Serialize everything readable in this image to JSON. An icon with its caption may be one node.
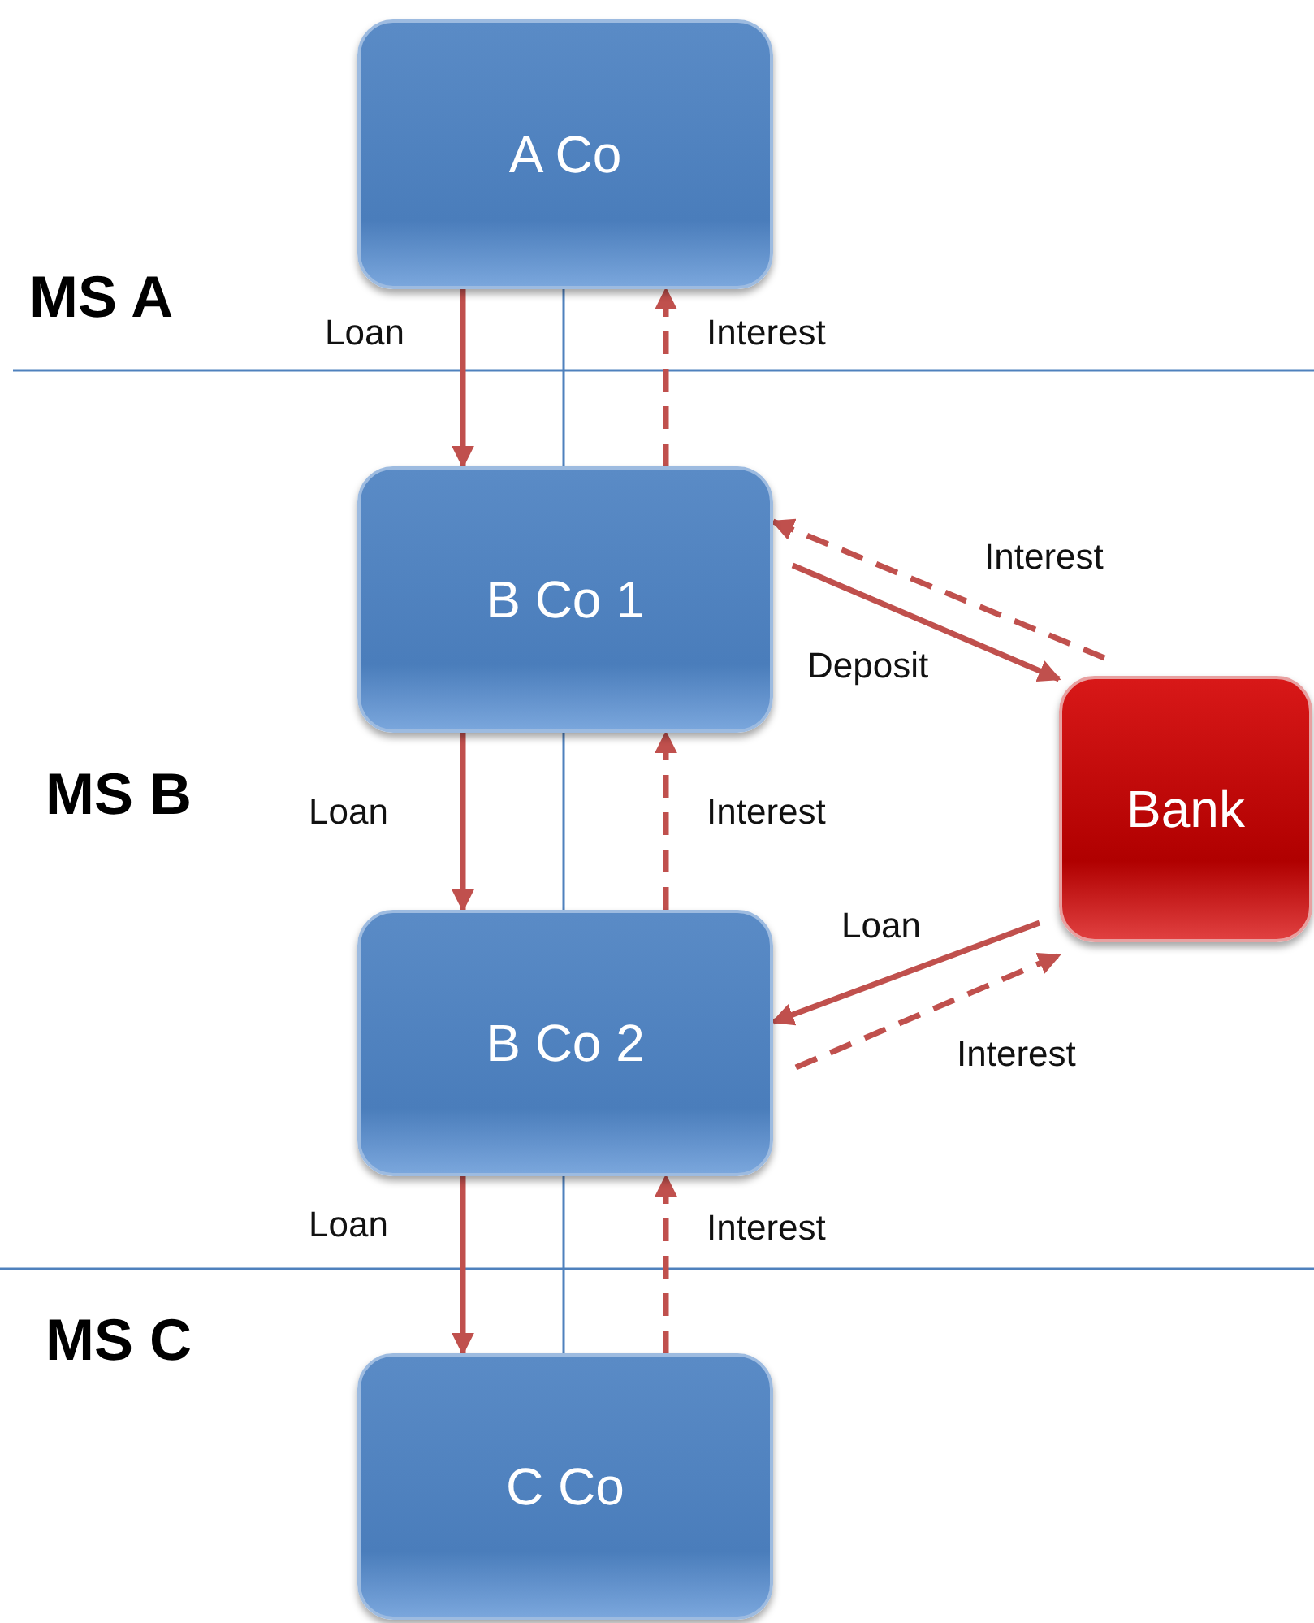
{
  "diagram": {
    "nodes": [
      {
        "text": [
          "A Co"
        ]
      },
      {
        "text": [
          "B Co 1"
        ]
      },
      {
        "text": [
          "B Co 2"
        ]
      },
      {
        "text": [
          "C Co"
        ]
      },
      {
        "text": [
          "Bank"
        ]
      }
    ],
    "edges": [
      {
        "from": 0,
        "to": 1,
        "arrow": "to",
        "label": "Loan"
      },
      {
        "from": 1,
        "to": 0,
        "arrow": "to",
        "label": "Interest",
        "style": "dashed"
      },
      {
        "from": 1,
        "to": 4,
        "arrow": "to",
        "label": "Deposit"
      },
      {
        "from": 4,
        "to": 1,
        "arrow": "to",
        "label": "Interest",
        "style": "dashed"
      },
      {
        "from": 1,
        "to": 2,
        "arrow": "to",
        "label": "Loan"
      },
      {
        "from": 2,
        "to": 1,
        "arrow": "to",
        "label": "Interest",
        "style": "dashed"
      },
      {
        "from": 4,
        "to": 2,
        "arrow": "to",
        "label": "Loan"
      },
      {
        "from": 2,
        "to": 4,
        "arrow": "to",
        "label": "Interest",
        "style": "dashed"
      },
      {
        "from": 2,
        "to": 3,
        "arrow": "to",
        "label": "Loan"
      },
      {
        "from": 3,
        "to": 2,
        "arrow": "to",
        "label": "Interest",
        "style": "dashed"
      },
      {
        "from": 0,
        "to": 1,
        "arrow": "none",
        "color": "#4f81bd"
      },
      {
        "from": 1,
        "to": 2,
        "arrow": "none",
        "color": "#4f81bd"
      },
      {
        "from": 2,
        "to": 3,
        "arrow": "none",
        "color": "#4f81bd"
      }
    ],
    "labels": [
      "MS A",
      "MS B",
      "MS C"
    ]
  }
}
